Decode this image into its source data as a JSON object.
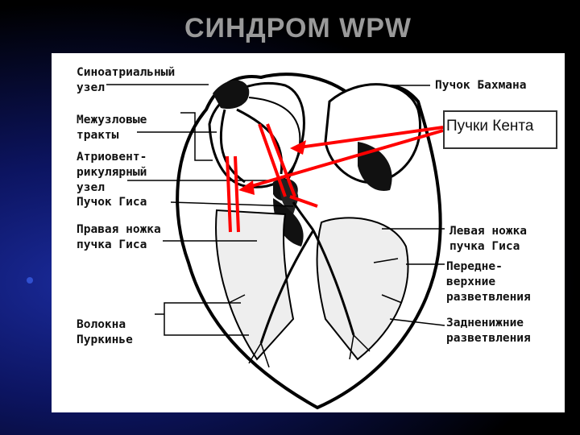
{
  "title": "СИНДРОМ WPW",
  "labels": {
    "sa_node": [
      "Синоатриальный",
      "узел"
    ],
    "internodal": [
      "Межузловые",
      "тракты"
    ],
    "av_node": [
      "Атриовент-",
      "рикулярный",
      "узел"
    ],
    "his_bundle": "Пучок Гиса",
    "right_branch": [
      "Правая ножка",
      "пучка Гиса"
    ],
    "purkinje": [
      "Волокна",
      "Пуркинье"
    ],
    "bachmann": "Пучок Бахмана",
    "kent": "Пучки Кента",
    "left_branch": [
      "Левая ножка",
      "пучка Гиса"
    ],
    "anterosuperior": [
      "Передне-",
      "верхние",
      "разветвления"
    ],
    "posteroinferior": [
      "Задненижние",
      "разветвления"
    ]
  },
  "colors": {
    "accent_red": "#ff0000",
    "title_gray": "#9a9a9a"
  }
}
